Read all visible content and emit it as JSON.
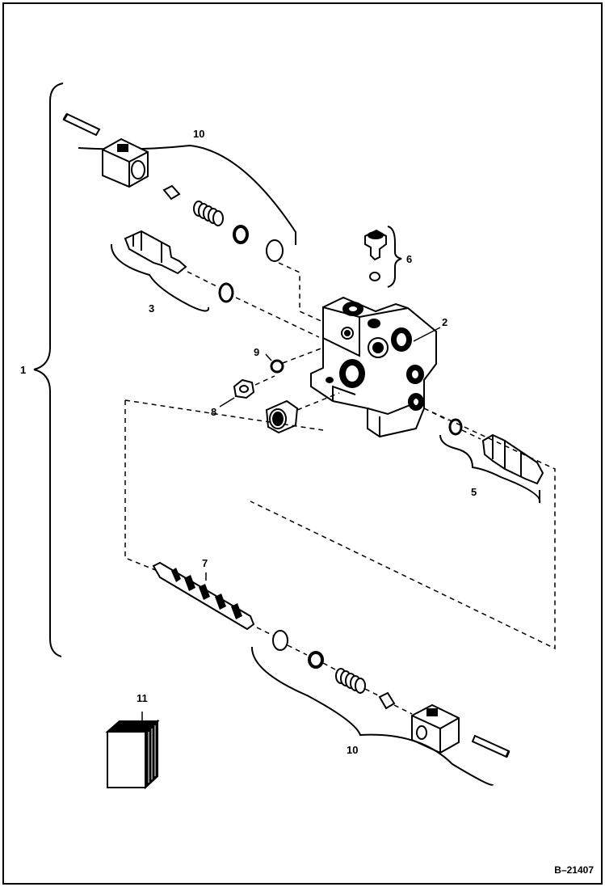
{
  "figure_id": "B–21407",
  "callouts": {
    "c1": "1",
    "c2": "2",
    "c3": "3",
    "c5": "5",
    "c6": "6",
    "c7": "7",
    "c8": "8",
    "c9": "9",
    "c10_top": "10",
    "c10_bottom": "10",
    "c11": "11"
  }
}
